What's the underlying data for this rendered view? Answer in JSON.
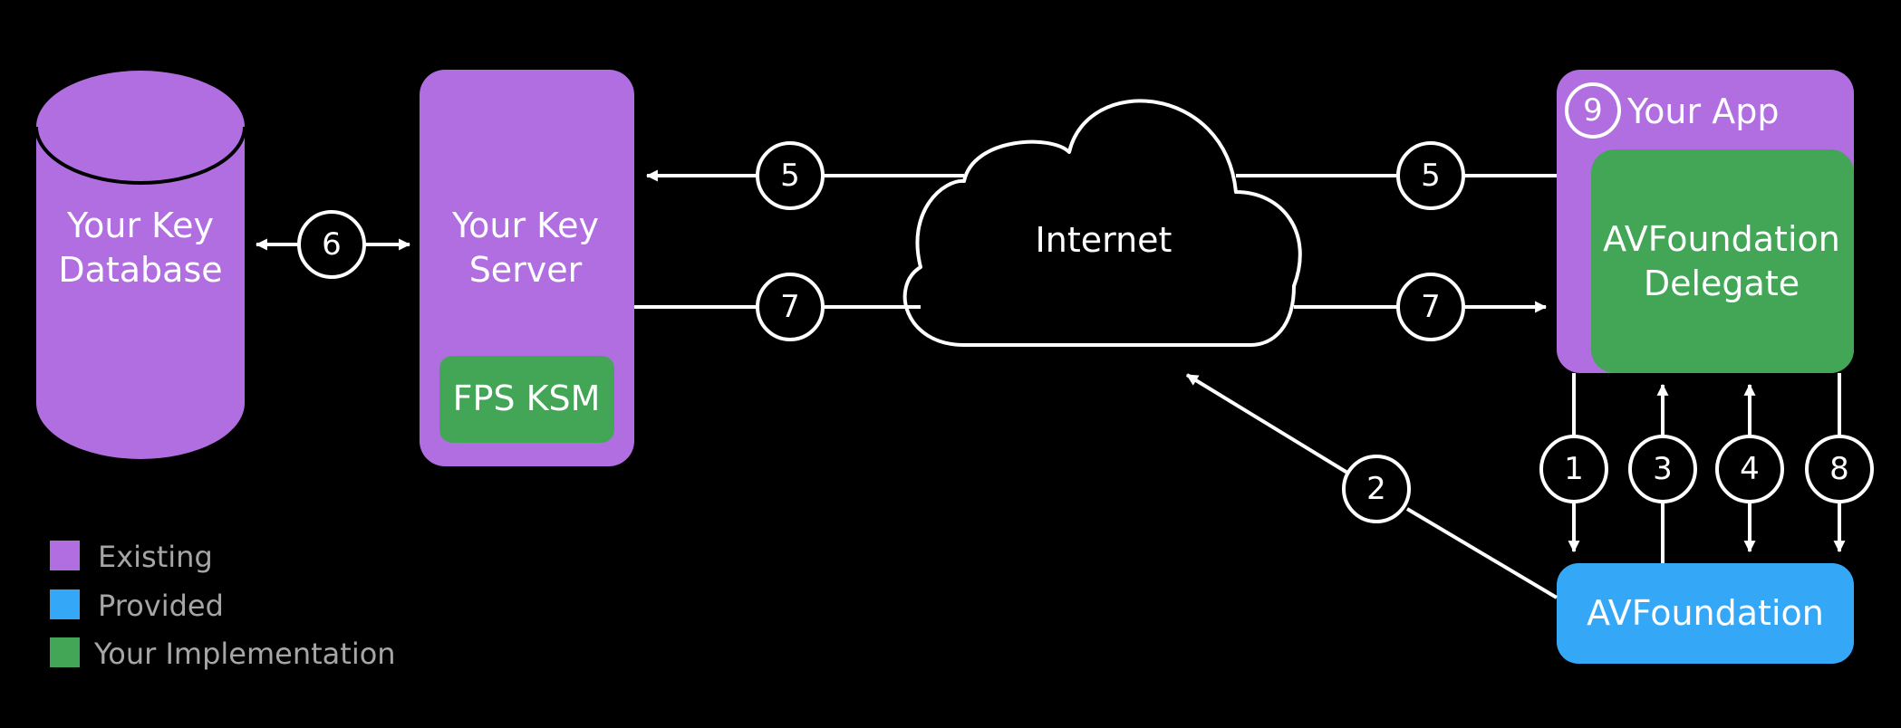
{
  "colors": {
    "background": "#000000",
    "existing": "#b06ee0",
    "provided": "#35a7f7",
    "implementation": "#43a657",
    "line": "#ffffff",
    "legend_text": "#a6a6a6"
  },
  "nodes": {
    "key_database": {
      "line1": "Your Key",
      "line2": "Database"
    },
    "key_server": {
      "line1": "Your Key",
      "line2": "Server",
      "module": "FPS KSM"
    },
    "internet": {
      "label": "Internet"
    },
    "app": {
      "label": "Your App",
      "step": "9",
      "delegate_line1": "AVFoundation",
      "delegate_line2": "Delegate"
    },
    "avfoundation": {
      "label": "AVFoundation"
    }
  },
  "steps": {
    "s1": "1",
    "s2": "2",
    "s3": "3",
    "s4": "4",
    "s5_left": "5",
    "s5_right": "5",
    "s6": "6",
    "s7_left": "7",
    "s7_right": "7",
    "s8": "8"
  },
  "legend": [
    {
      "label": "Existing",
      "color": "#b06ee0"
    },
    {
      "label": "Provided",
      "color": "#35a7f7"
    },
    {
      "label": "Your Implementation",
      "color": "#43a657"
    }
  ]
}
